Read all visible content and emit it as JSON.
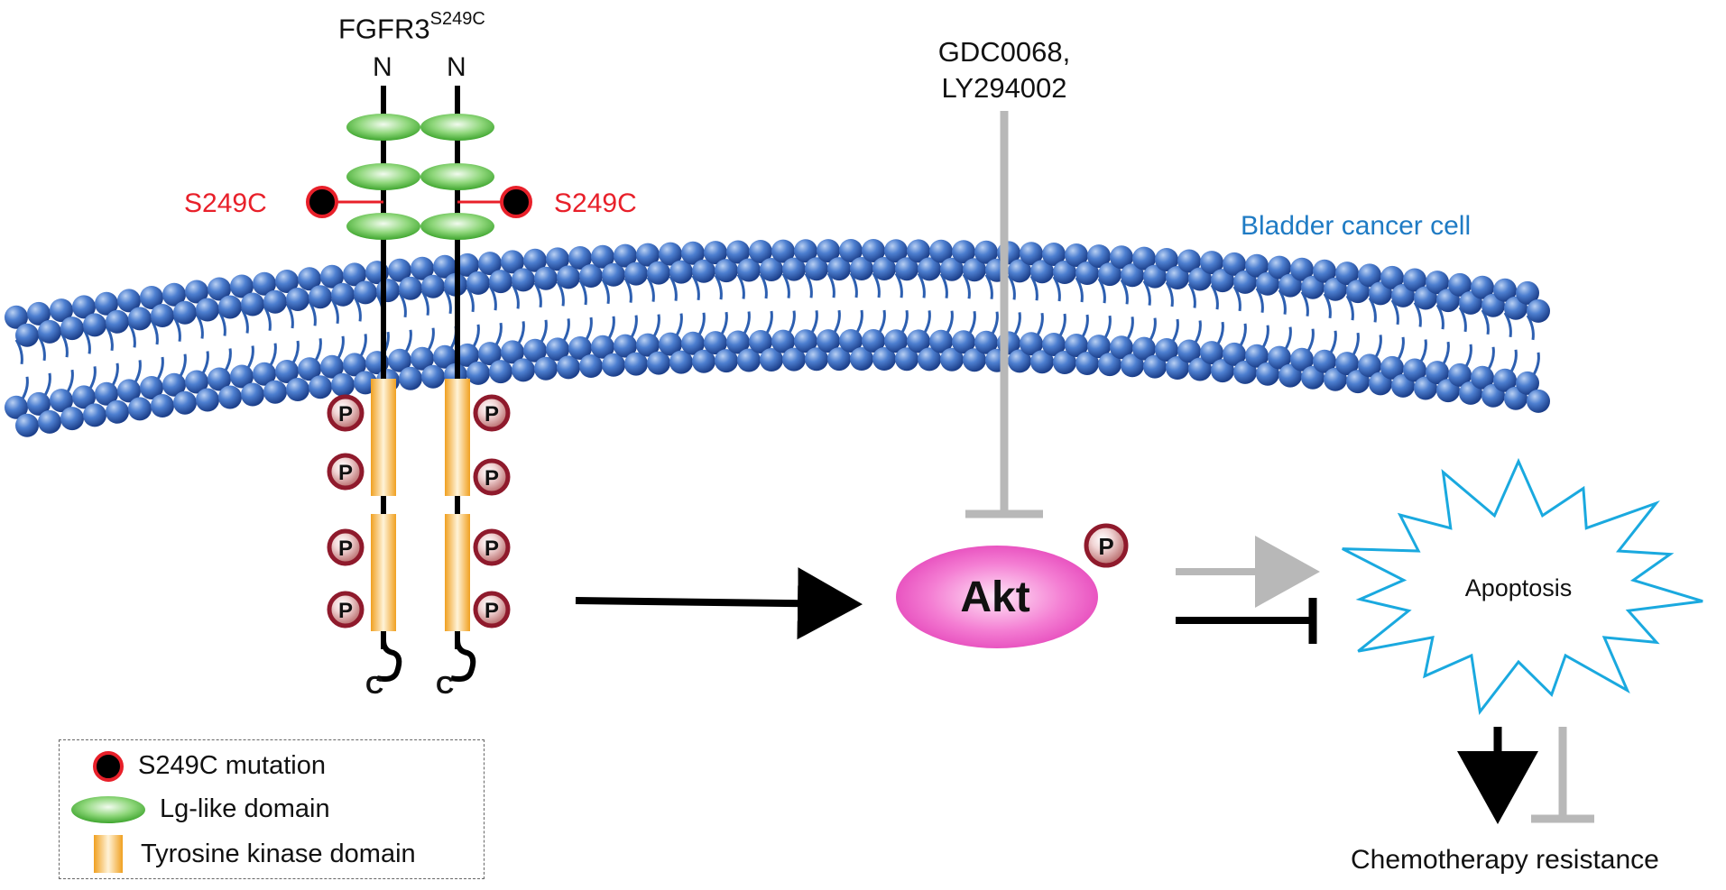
{
  "receptor": {
    "name": "FGFR3",
    "superscript": "S249C",
    "n_terminal_labels": [
      "N",
      "N"
    ],
    "c_terminal_labels": [
      "C",
      "C"
    ],
    "mutation_labels": [
      "S249C",
      "S249C"
    ],
    "phospho_label": "P"
  },
  "inhibitor": {
    "line1": "GDC0068,",
    "line2": "LY294002"
  },
  "cell_label": "Bladder cancer cell",
  "akt": {
    "label": "Akt",
    "phospho_label": "P"
  },
  "apoptosis_label": "Apoptosis",
  "outcome_label": "Chemotherapy resistance",
  "legend": {
    "items": [
      {
        "label": "S249C mutation"
      },
      {
        "label": "Lg-like domain"
      },
      {
        "label": "Tyrosine kinase domain"
      }
    ]
  },
  "colors": {
    "mutation": "#e8202a",
    "cell_label": "#1f7bc4",
    "membrane_bead": "#2d5fb0",
    "ig_domain": "#5cc14a",
    "kinase": "#f2a622",
    "phospho": "#8f1a2c",
    "akt": "#e63ab8",
    "apoptosis_outline": "#1aa9df",
    "inhibitor_gray": "#b8b8b8"
  }
}
